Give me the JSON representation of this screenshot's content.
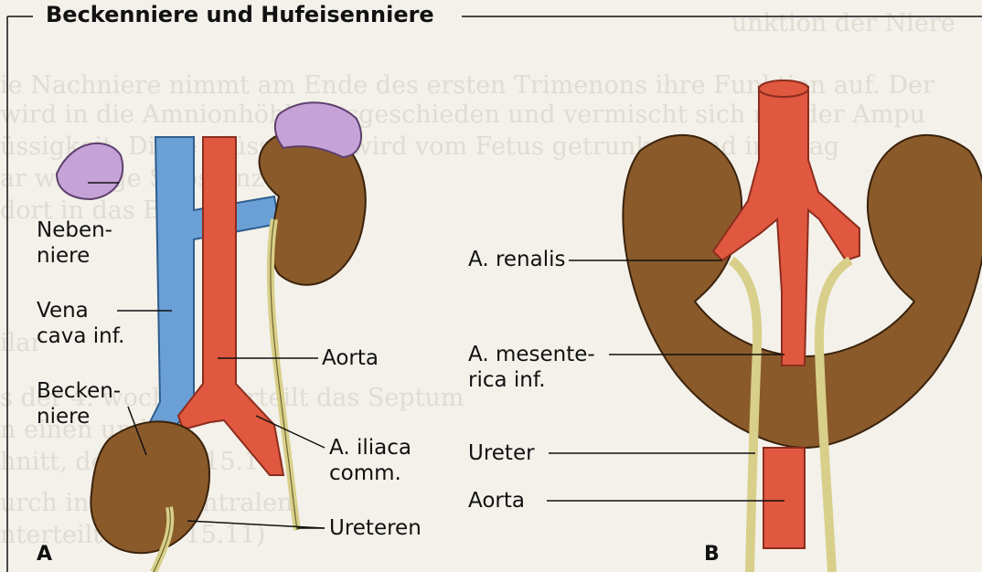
{
  "title": "Beckenniere und Hufeisenniere",
  "background_text": [
    "unktion der Niere",
    "ie Nachniere nimmt am Ende des ersten Trimenons ihre Funktion auf. Der",
    "wird in die Amnionhöhle ausgeschieden und vermischt sich mit der Ampu",
    "üssigkeit. Diese Flüssigkeit wird vom Fetus getrunken und im Mag",
    "ar            wichtige Substanzen",
    "               dort in das Blut",
    "ilar",
    "s der 4.     woche unterteilt das Septum",
    "n einen             und",
    "hnitt, den         (Abb. 15.11)",
    "urch in einen ventralen",
    "nterteilt (Abb. 15.11)"
  ],
  "panels": {
    "a": {
      "letter": "A",
      "labels": {
        "nebenniere": "Neben-\nniere",
        "vena_cava": "Vena\ncava inf.",
        "aorta": "Aorta",
        "beckenniere": "Becken-\nniere",
        "a_iliaca": "A. iliaca\ncomm.",
        "ureteren": "Ureteren"
      }
    },
    "b": {
      "letter": "B",
      "labels": {
        "a_renalis": "A. renalis",
        "a_mesenterica": "A. mesente-\nrica inf.",
        "ureter": "Ureter",
        "aorta": "Aorta"
      }
    }
  },
  "colors": {
    "kidney": "#8a5a2a",
    "adrenal": "#c5a3d6",
    "vein": "#6aa0d6",
    "artery": "#e0583f",
    "ureter": "#d8cf8a",
    "line": "#111111"
  }
}
